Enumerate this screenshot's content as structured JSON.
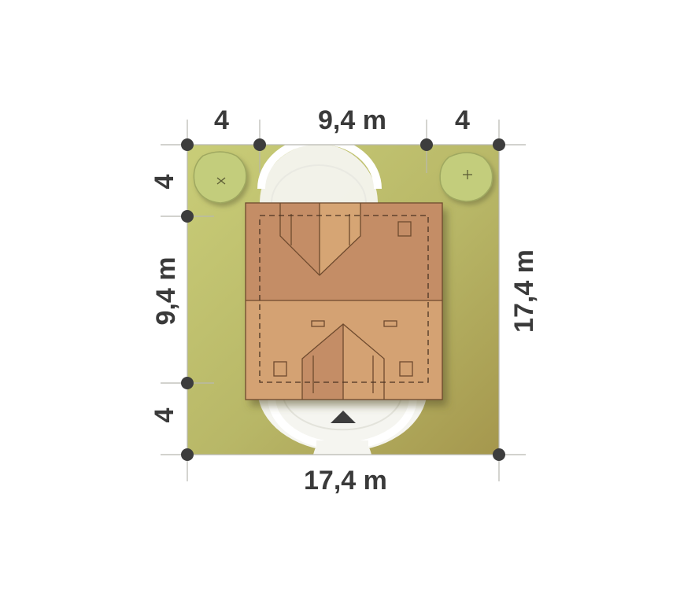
{
  "dimensions": {
    "top_left_setback": "4",
    "top_house_width": "9,4 m",
    "top_right_setback": "4",
    "left_top_setback": "4",
    "left_house_depth": "9,4 m",
    "left_bottom_setback": "4",
    "bottom_total_width": "17,4 m",
    "right_total_depth": "17,4 m"
  },
  "colors": {
    "plot": "#b8bc6a",
    "plot_dark": "#a09a4a",
    "roof_dark": "#c48d66",
    "roof_light": "#d4a273",
    "roof_outline": "#7a5233",
    "tree": "#c2cd7a",
    "dim_text": "#3a3a3a",
    "marker": "#3d3d3d"
  },
  "symbols": {
    "north_marker": "north-arrow-icon",
    "tree_icon": "tree-icon"
  }
}
